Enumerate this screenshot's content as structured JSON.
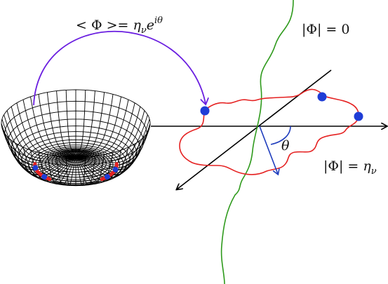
{
  "labels": {
    "vev_lhs": "< Φ >= ",
    "vev_rhs_eta": "η",
    "vev_rhs_sub": "ν",
    "vev_rhs_e": "e",
    "vev_rhs_sup": "iθ",
    "core_label": "|Φ| = 0",
    "ring_lhs": "|Φ| = ",
    "ring_eta": "η",
    "ring_sub": "ν",
    "angle": "θ"
  },
  "colors": {
    "mesh": "#000000",
    "loop": "#e52222",
    "string": "#2e9a1c",
    "arrow_purple": "#6a1ee0",
    "theta_arrow": "#1f3dbd",
    "dot_fill": "#1f3dd6",
    "axes": "#000000"
  }
}
